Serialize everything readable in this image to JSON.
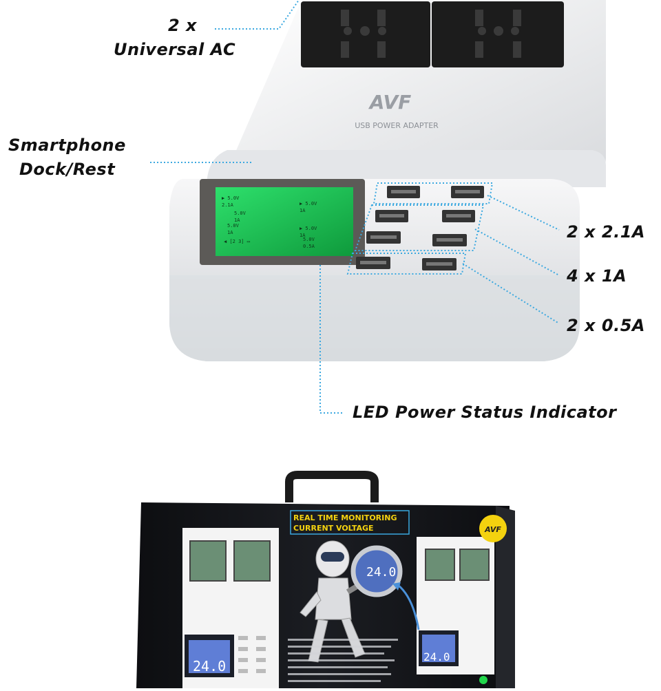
{
  "callouts": {
    "ac_line1": "2 x",
    "ac_line2": "Universal AC",
    "dock_line1": "Smartphone",
    "dock_line2": "Dock/Rest",
    "usb_21a": "2 x 2.1A",
    "usb_1a": "4 x 1A",
    "usb_05a": "2 x 0.5A",
    "led": "LED Power Status Indicator"
  },
  "device": {
    "logo_text": "AVF",
    "model_text": "USB POWER ADAPTER"
  },
  "package": {
    "headline_line1": "REAL TIME MONITORING",
    "headline_line2": "CURRENT VOLTAGE",
    "badge_text": "AVF"
  },
  "colors": {
    "callout_line": "#3aa8e0",
    "lcd_green": "#1ec95a",
    "device_white": "#f1f2f3",
    "socket_black": "#1c1c1c",
    "box_black": "#141518",
    "badge_yellow": "#f4d20f"
  }
}
